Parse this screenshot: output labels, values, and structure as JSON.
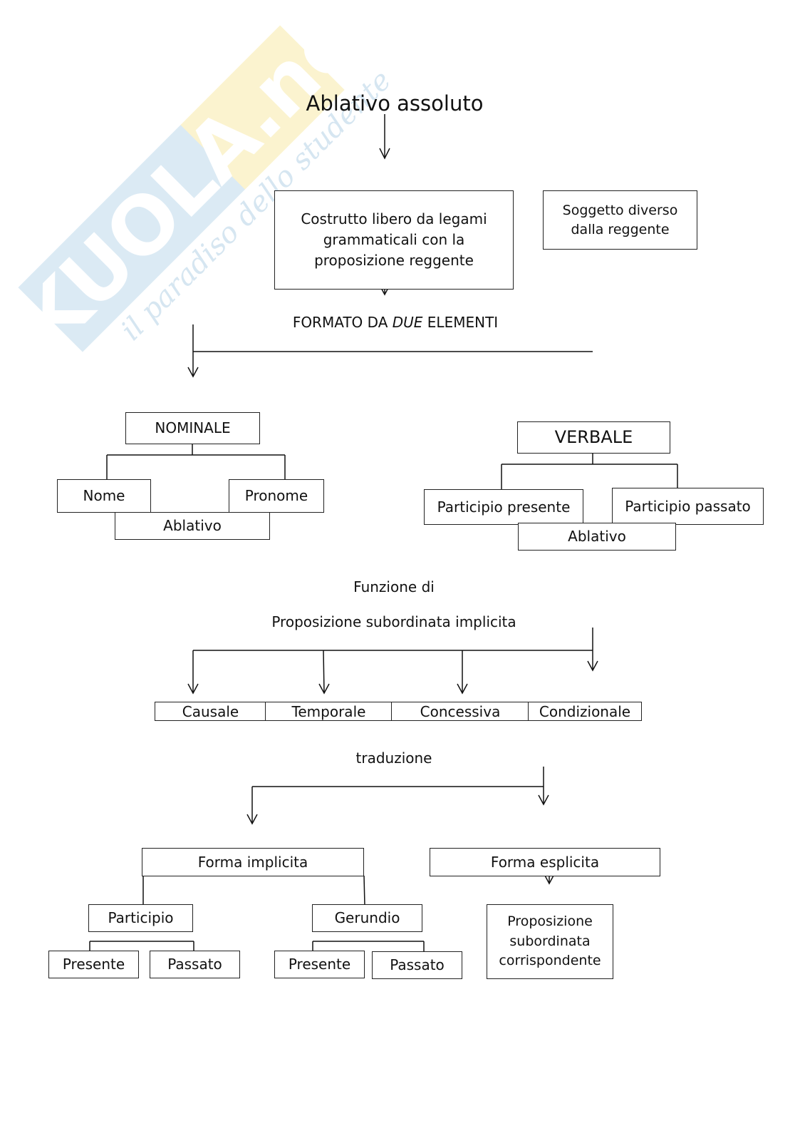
{
  "watermark": {
    "brand": "SKUOLA.net",
    "tagline": "il paradiso dello studente"
  },
  "title": "Ablativo assoluto",
  "definition": "Costrutto libero da legami grammaticali con la proposizione reggente",
  "subject_note": "Soggetto diverso dalla reggente",
  "formed_by": {
    "pre": "FORMATO DA ",
    "emph": "DUE",
    "post": " ELEMENTI"
  },
  "nominal": {
    "label": "NOMINALE",
    "left": "Nome",
    "right": "Pronome",
    "case": "Ablativo"
  },
  "verbal": {
    "label": "VERBALE",
    "left": "Participio presente",
    "right": "Participio passato",
    "case": "Ablativo"
  },
  "function_intro": "Funzione di",
  "function_label": "Proposizione subordinata implicita",
  "functions": [
    "Causale",
    "Temporale",
    "Concessiva",
    "Condizionale"
  ],
  "translation_label": "traduzione",
  "implicit": {
    "label": "Forma implicita",
    "participle": {
      "label": "Participio",
      "present": "Presente",
      "past": "Passato"
    },
    "gerund": {
      "label": "Gerundio",
      "present": "Presente",
      "past": "Passato"
    }
  },
  "explicit": {
    "label": "Forma esplicita",
    "result": "Proposizione subordinata corrispondente"
  }
}
